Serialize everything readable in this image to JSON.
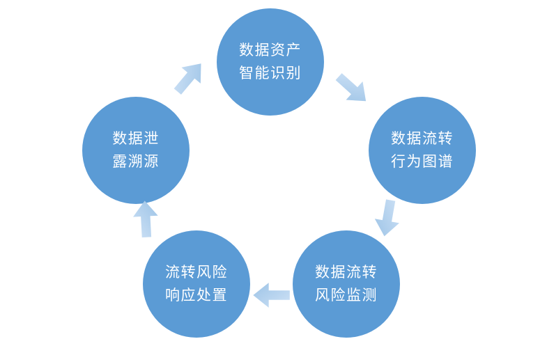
{
  "diagram": {
    "type": "cycle",
    "nodes": [
      {
        "id": "data-asset-identification",
        "lines": [
          "数据资产",
          "智能识别"
        ]
      },
      {
        "id": "data-flow-behavior-graph",
        "lines": [
          "数据流转",
          "行为图谱"
        ]
      },
      {
        "id": "data-flow-risk-monitoring",
        "lines": [
          "数据流转",
          "风险监测"
        ]
      },
      {
        "id": "flow-risk-response-handling",
        "lines": [
          "流转风险",
          "响应处置"
        ]
      },
      {
        "id": "data-leak-tracing",
        "lines": [
          "数据泄",
          "露溯源"
        ]
      }
    ],
    "arrows": [
      {
        "from": "data-leak-tracing",
        "to": "data-asset-identification",
        "direction": "up-right"
      },
      {
        "from": "data-asset-identification",
        "to": "data-flow-behavior-graph",
        "direction": "down-right"
      },
      {
        "from": "data-flow-behavior-graph",
        "to": "data-flow-risk-monitoring",
        "direction": "down"
      },
      {
        "from": "data-flow-risk-monitoring",
        "to": "flow-risk-response-handling",
        "direction": "left"
      },
      {
        "from": "flow-risk-response-handling",
        "to": "data-leak-tracing",
        "direction": "up"
      }
    ],
    "colors": {
      "circle": "#5b9bd5",
      "text": "#ffffff",
      "arrow_light": "#cfe2f6",
      "arrow_dark": "#9cc3e6",
      "background": "#ffffff"
    }
  }
}
